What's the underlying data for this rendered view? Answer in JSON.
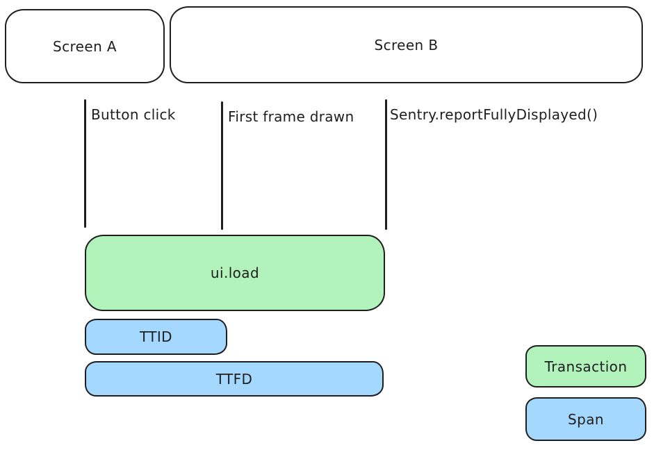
{
  "diagram": {
    "title": "screen-load-timing-diagram",
    "screens": [
      {
        "label": "Screen A"
      },
      {
        "label": "Screen B"
      }
    ],
    "events": [
      {
        "label": "Button click"
      },
      {
        "label": "First frame drawn"
      },
      {
        "label": "Sentry.reportFullyDisplayed()"
      }
    ],
    "bars": [
      {
        "label": "ui.load",
        "kind": "transaction"
      },
      {
        "label": "TTID",
        "kind": "span"
      },
      {
        "label": "TTFD",
        "kind": "span"
      }
    ],
    "legend": [
      {
        "label": "Transaction",
        "color": "#b2f2bb"
      },
      {
        "label": "Span",
        "color": "#a5d8ff"
      }
    ],
    "colors": {
      "transaction_fill": "#b2f2bb",
      "span_fill": "#a5d8ff",
      "stroke": "#1e1e1e",
      "background": "#ffffff"
    }
  }
}
